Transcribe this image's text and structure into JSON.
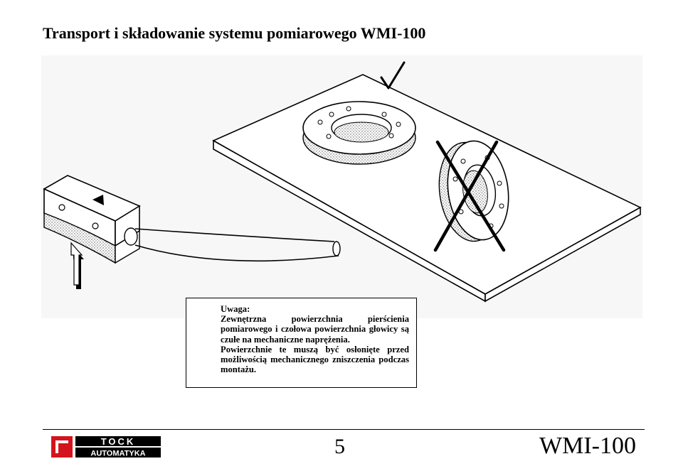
{
  "document": {
    "title": "Transport i składowanie systemu pomiarowego WMI-100"
  },
  "note": {
    "heading": "Uwaga:",
    "paragraph1": "Zewnętrzna powierzchnia pierścienia pomiarowego i czołowa powierzchnia głowicy są czułe na mechaniczne naprężenia.",
    "paragraph2": "Powierzchnie te muszą być osłonięte przed możliwością mechanicznego zniszczenia podczas montażu."
  },
  "footer": {
    "logo_line1": "TOCK",
    "logo_line2": "AUTOMATYKA",
    "page_number": "5",
    "doc_code": "WMI-100"
  },
  "icons": {
    "correct_mark": "checkmark-icon",
    "wrong_mark": "cross-icon",
    "direction": "arrow-up-icon"
  }
}
